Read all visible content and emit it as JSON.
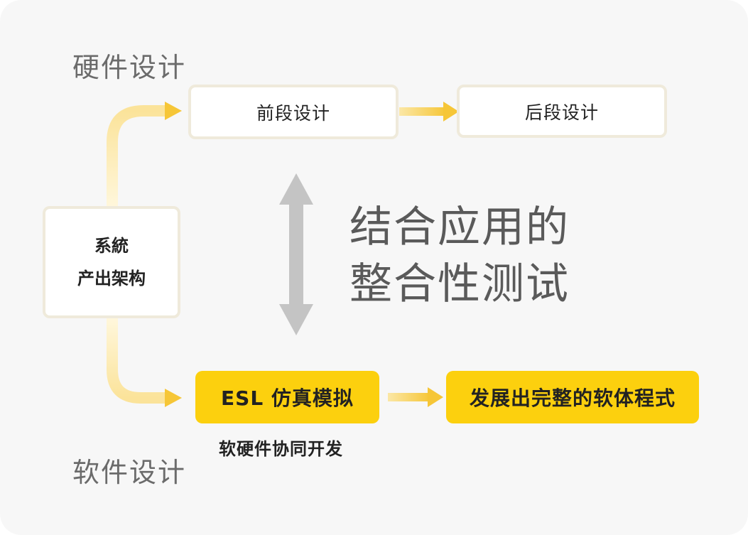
{
  "hardware_label": "硬件设计",
  "software_label": "软件设计",
  "system_box": {
    "line1": "系統",
    "line2": "产出架构"
  },
  "hardware_flow": {
    "front_end": "前段设计",
    "back_end": "后段设计"
  },
  "software_flow": {
    "esl_sim": "ESL 仿真模拟",
    "develop_program": "发展出完整的软体程式"
  },
  "codesign_label": "软硬件协同开发",
  "integration_text": {
    "line1": "结合应用的",
    "line2": "整合性测试"
  },
  "colors": {
    "accent_yellow": "#fcd00e",
    "arrow_gray": "#c4c4c4",
    "background": "#f7f7f7",
    "box_border": "#efeadb"
  }
}
